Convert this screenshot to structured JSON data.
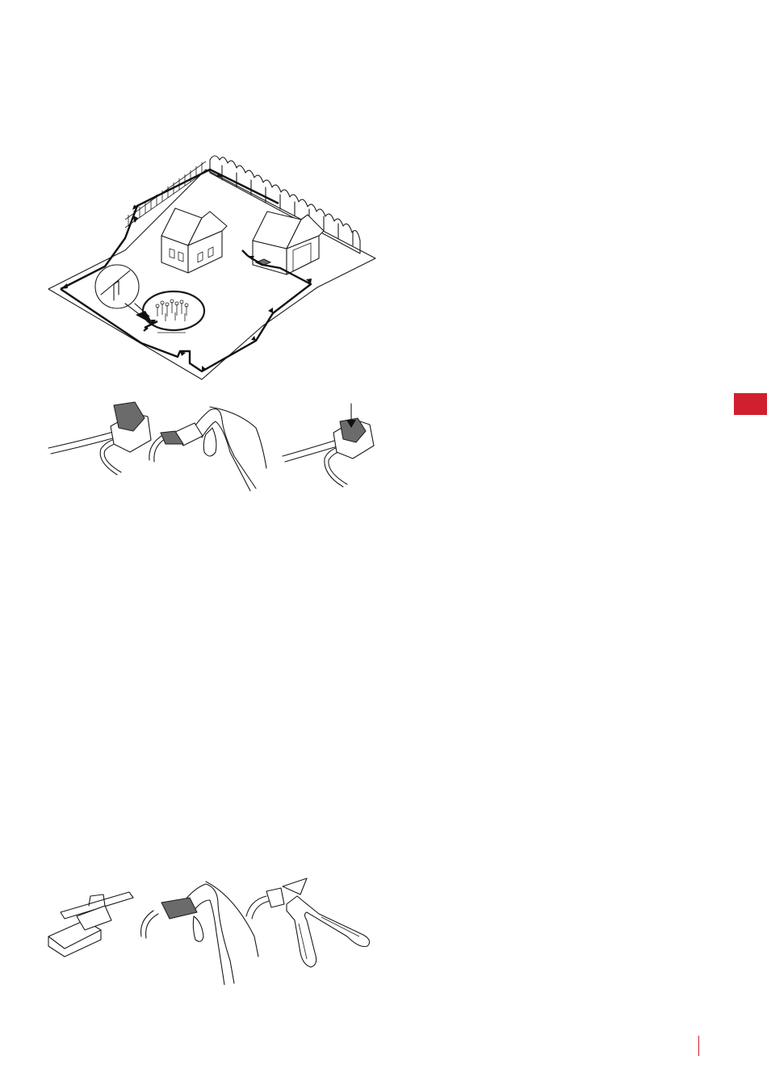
{
  "page": {
    "accent_color": "#d0202e",
    "rule_color": "#d0202e",
    "background": "#ffffff"
  },
  "figures": {
    "garden_layout": {
      "icon": "garden-boundary-wire-illustration"
    },
    "wire_connector": {
      "icon": "wire-connector-illustration"
    },
    "tools": {
      "icon": "connector-and-pliers-illustration"
    }
  }
}
